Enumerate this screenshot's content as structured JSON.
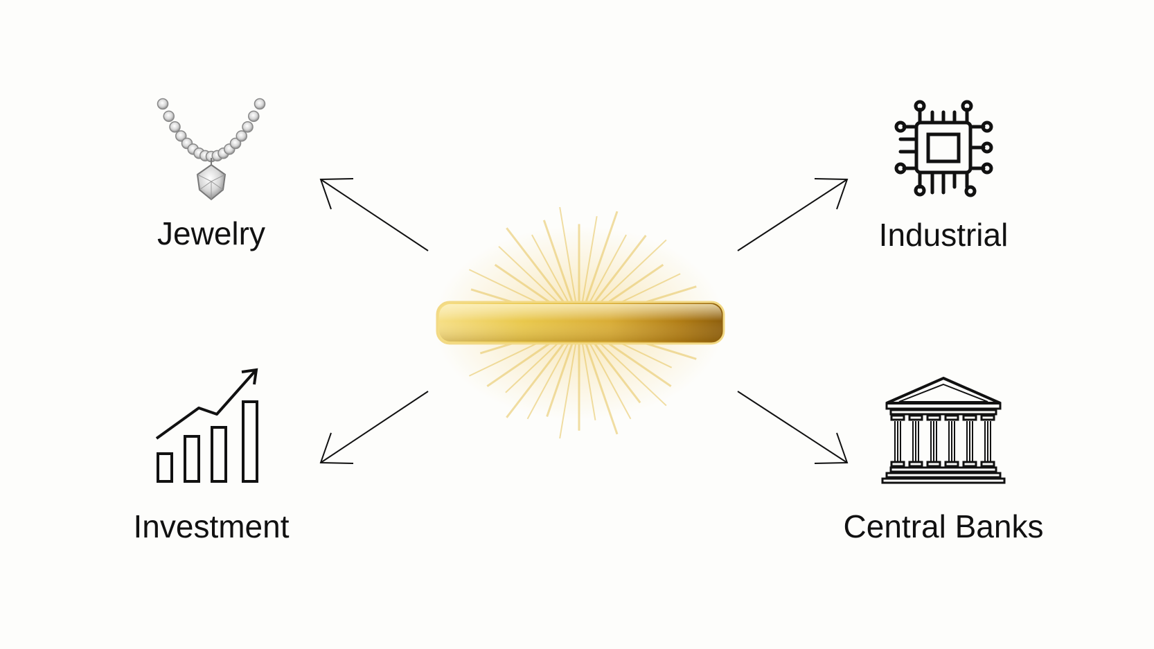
{
  "diagram": {
    "center": {
      "name": "gold-bar",
      "colors": {
        "light": "#fbe8a0",
        "mid": "#e2bd3c",
        "dark": "#9a6a10",
        "ray": "#e6c25a"
      }
    },
    "nodes": [
      {
        "id": "jewelry",
        "label": "Jewelry",
        "icon": "necklace-icon"
      },
      {
        "id": "industrial",
        "label": "Industrial",
        "icon": "microchip-icon"
      },
      {
        "id": "investment",
        "label": "Investment",
        "icon": "rising-bar-chart-icon"
      },
      {
        "id": "central_banks",
        "label": "Central Banks",
        "icon": "bank-building-icon"
      }
    ],
    "arrows": [
      {
        "from": "gold-bar",
        "to": "jewelry"
      },
      {
        "from": "gold-bar",
        "to": "industrial"
      },
      {
        "from": "gold-bar",
        "to": "investment"
      },
      {
        "from": "gold-bar",
        "to": "central_banks"
      }
    ],
    "line_color": "#111111"
  }
}
